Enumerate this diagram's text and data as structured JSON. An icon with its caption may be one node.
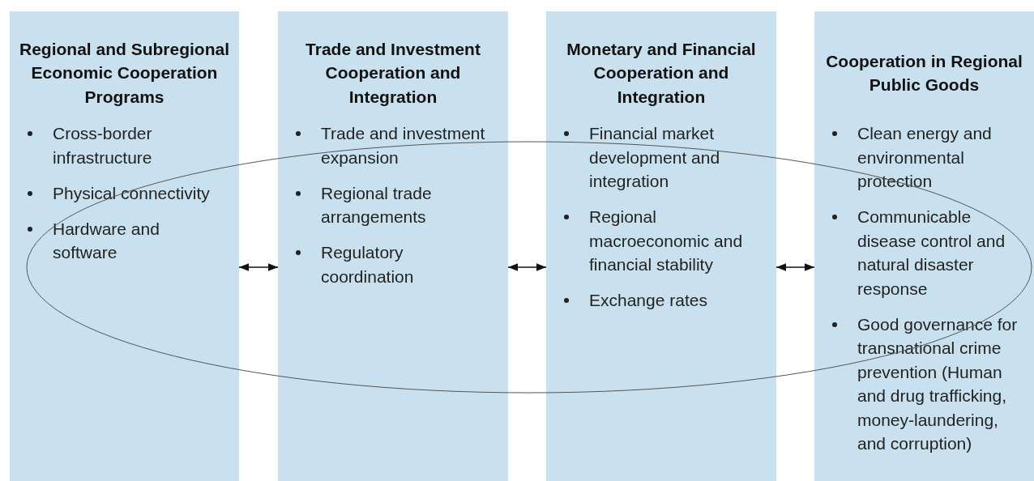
{
  "diagram": {
    "nodes": [
      {
        "text": [
          "Regional and Subregional Economic Cooperation Programs",
          "Cross-border infrastructure",
          "Physical connectivity",
          "Hardware and software"
        ]
      },
      {
        "text": [
          "Trade and Investment Cooperation and Integration",
          "Trade and investment expansion",
          "Regional trade arrangements",
          "Regulatory coordination"
        ]
      },
      {
        "text": [
          "Monetary and Financial Cooperation and Integration",
          "Financial market development and integration",
          "Regional macroeconomic and financial stability",
          "Exchange rates"
        ]
      },
      {
        "text": [
          "Cooperation in Regional Public Goods",
          "Clean energy and environmental protection",
          "Communicable disease control and natural disaster response",
          "Good governance for transnational crime prevention (Human and drug trafficking, money-laundering, and corruption)"
        ]
      }
    ],
    "edges": [
      {
        "from": 0,
        "to": 1,
        "arrow": "both"
      },
      {
        "from": 1,
        "to": 2,
        "arrow": "both"
      },
      {
        "from": 2,
        "to": 3,
        "arrow": "both"
      }
    ]
  }
}
